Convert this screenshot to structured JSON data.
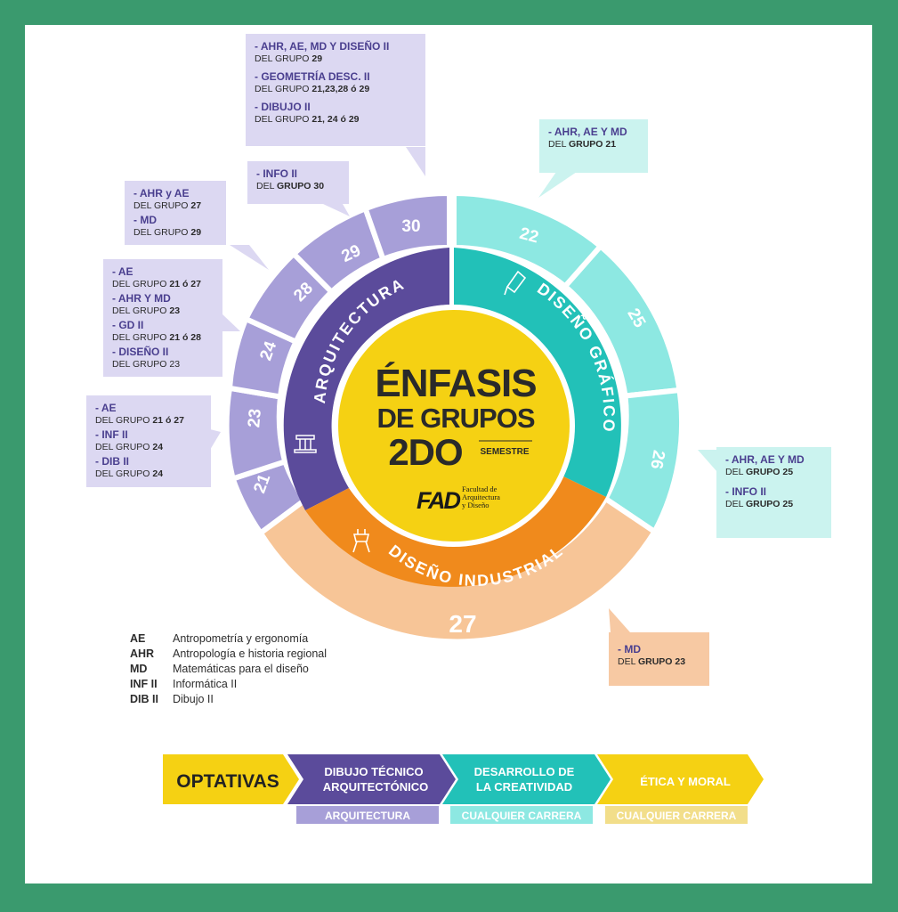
{
  "center": {
    "title_line1": "ÉNFASIS",
    "title_line2": "DE GRUPOS",
    "title_line3": "2DO",
    "semester": "SEMESTRE",
    "logo_text": "FAD",
    "logo_sub1": "Facultad de",
    "logo_sub2": "Arquitectura",
    "logo_sub3": "y Diseño"
  },
  "rings": {
    "arquitectura_label": "ARQUITECTURA",
    "grafico_label": "DISEÑO GRÁFICO",
    "industrial_label": "DISEÑO INDUSTRIAL",
    "arq_groups": [
      "21",
      "23",
      "24",
      "28",
      "29",
      "30"
    ],
    "graf_groups": [
      "22",
      "25",
      "26"
    ],
    "ind_groups": [
      "27"
    ]
  },
  "callouts": {
    "g29_top": {
      "item1": "- AHR, AE, MD Y DISEÑO II",
      "item1_sub": "DEL GRUPO ",
      "item1_grp": "29",
      "item2": "- GEOMETRÍA DESC. II",
      "item2_sub": "DEL GRUPO ",
      "item2_grp": "21,23,28 ó 29",
      "item3": "- DIBUJO II",
      "item3_sub": "DEL GRUPO ",
      "item3_grp": "21, 24 ó 29"
    },
    "g30": {
      "item1": "- INFO II",
      "item1_sub": "DEL ",
      "item1_grp": "GRUPO 30"
    },
    "g28": {
      "item1": "- AHR y AE",
      "item1_sub": "DEL GRUPO ",
      "item1_grp": "27",
      "item2": "- MD",
      "item2_sub": "DEL GRUPO ",
      "item2_grp": "29"
    },
    "g24": {
      "item1": "- AE",
      "item1_sub": "DEL GRUPO ",
      "item1_grp": "21 ó 27",
      "item2": "- AHR Y MD",
      "item2_sub": "DEL GRUPO ",
      "item2_grp": "23",
      "item3": "- GD II",
      "item3_sub": "DEL GRUPO ",
      "item3_grp": "21 ó 28",
      "item4": "- DISEÑO II",
      "item4_sub": "DEL GRUPO 23"
    },
    "g23": {
      "item1": "- AE",
      "item1_sub": "DEL GRUPO ",
      "item1_grp": "21 ó 27",
      "item2": "- INF II",
      "item2_sub": "DEL GRUPO ",
      "item2_grp": "24",
      "item3": "- DIB II",
      "item3_sub": "DEL GRUPO ",
      "item3_grp": "24"
    },
    "g22": {
      "item1": "- AHR, AE Y MD",
      "item1_sub": "DEL ",
      "item1_grp": "GRUPO 21"
    },
    "g26": {
      "item1": "- AHR, AE Y MD",
      "item1_sub": "DEL ",
      "item1_grp": "GRUPO 25",
      "item2": "- INFO II",
      "item2_sub": "DEL ",
      "item2_grp": "GRUPO 25"
    },
    "g27": {
      "item1": "- MD",
      "item1_sub": "DEL ",
      "item1_grp": "GRUPO 23"
    }
  },
  "legend": [
    {
      "abbr": "AE",
      "text": "Antropometría y ergonomía"
    },
    {
      "abbr": "AHR",
      "text": "Antropología e historia regional"
    },
    {
      "abbr": "MD",
      "text": "Matemáticas para el diseño"
    },
    {
      "abbr": "INF II",
      "text": "Informática II"
    },
    {
      "abbr": "DIB II",
      "text": "Dibujo II"
    }
  ],
  "optativas": {
    "title": "OPTATIVAS",
    "a1_line1": "DIBUJO TÉCNICO",
    "a1_line2": "ARQUITECTÓNICO",
    "a1_tag": "ARQUITECTURA",
    "a2_line1": "DESARROLLO DE",
    "a2_line2": "LA CREATIVIDAD",
    "a2_tag": "CUALQUIER CARRERA",
    "a3_line1": "ÉTICA Y MORAL",
    "a3_tag": "CUALQUIER CARRERA"
  },
  "colors": {
    "frame": "#3a9a6e",
    "purple_dark": "#5b4b9b",
    "purple_light": "#a79fd8",
    "teal_dark": "#22c1b8",
    "teal_light": "#8de8e2",
    "orange_dark": "#f08a1c",
    "orange_light": "#f7c597",
    "yellow": "#f5d113"
  }
}
